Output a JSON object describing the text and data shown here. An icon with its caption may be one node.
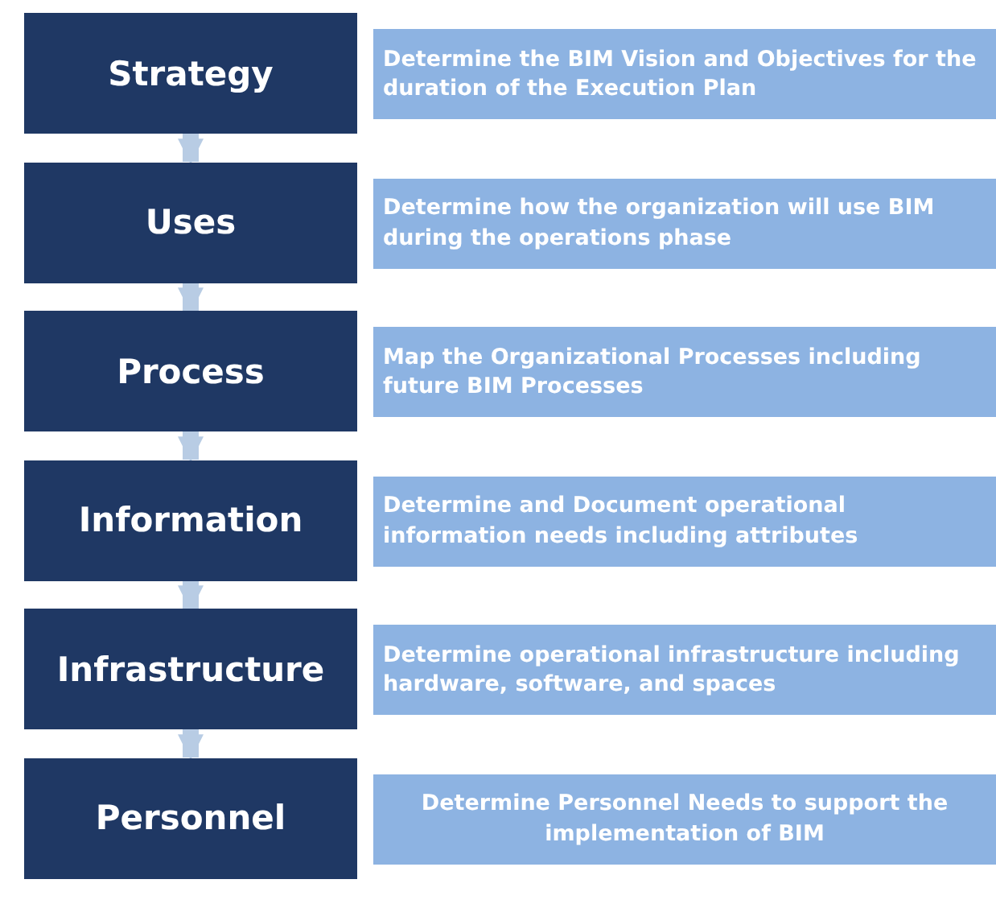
{
  "diagram": {
    "nodes": [
      {
        "text": [
          "Strategy"
        ]
      },
      {
        "text": [
          "Determine the BIM Vision and Objectives for the duration of the Execution Plan"
        ]
      },
      {
        "text": [
          "Uses"
        ]
      },
      {
        "text": [
          "Determine how the organization will use BIM during the operations phase"
        ]
      },
      {
        "text": [
          "Process"
        ]
      },
      {
        "text": [
          "Map the Organizational Processes including future BIM Processes"
        ]
      },
      {
        "text": [
          "Information"
        ]
      },
      {
        "text": [
          "Determine and Document operational information needs including attributes"
        ]
      },
      {
        "text": [
          "Infrastructure"
        ]
      },
      {
        "text": [
          "Determine operational infrastructure including hardware, software, and spaces"
        ]
      },
      {
        "text": [
          "Personnel"
        ]
      },
      {
        "text": [
          "Determine Personnel Needs to support the implementation of BIM"
        ]
      }
    ],
    "edges": [
      {
        "from": 0,
        "to": 2,
        "arrow": "to"
      },
      {
        "from": 2,
        "to": 4,
        "arrow": "to"
      },
      {
        "from": 4,
        "to": 6,
        "arrow": "to"
      },
      {
        "from": 6,
        "to": 8,
        "arrow": "to"
      },
      {
        "from": 8,
        "to": 10,
        "arrow": "to"
      }
    ]
  }
}
